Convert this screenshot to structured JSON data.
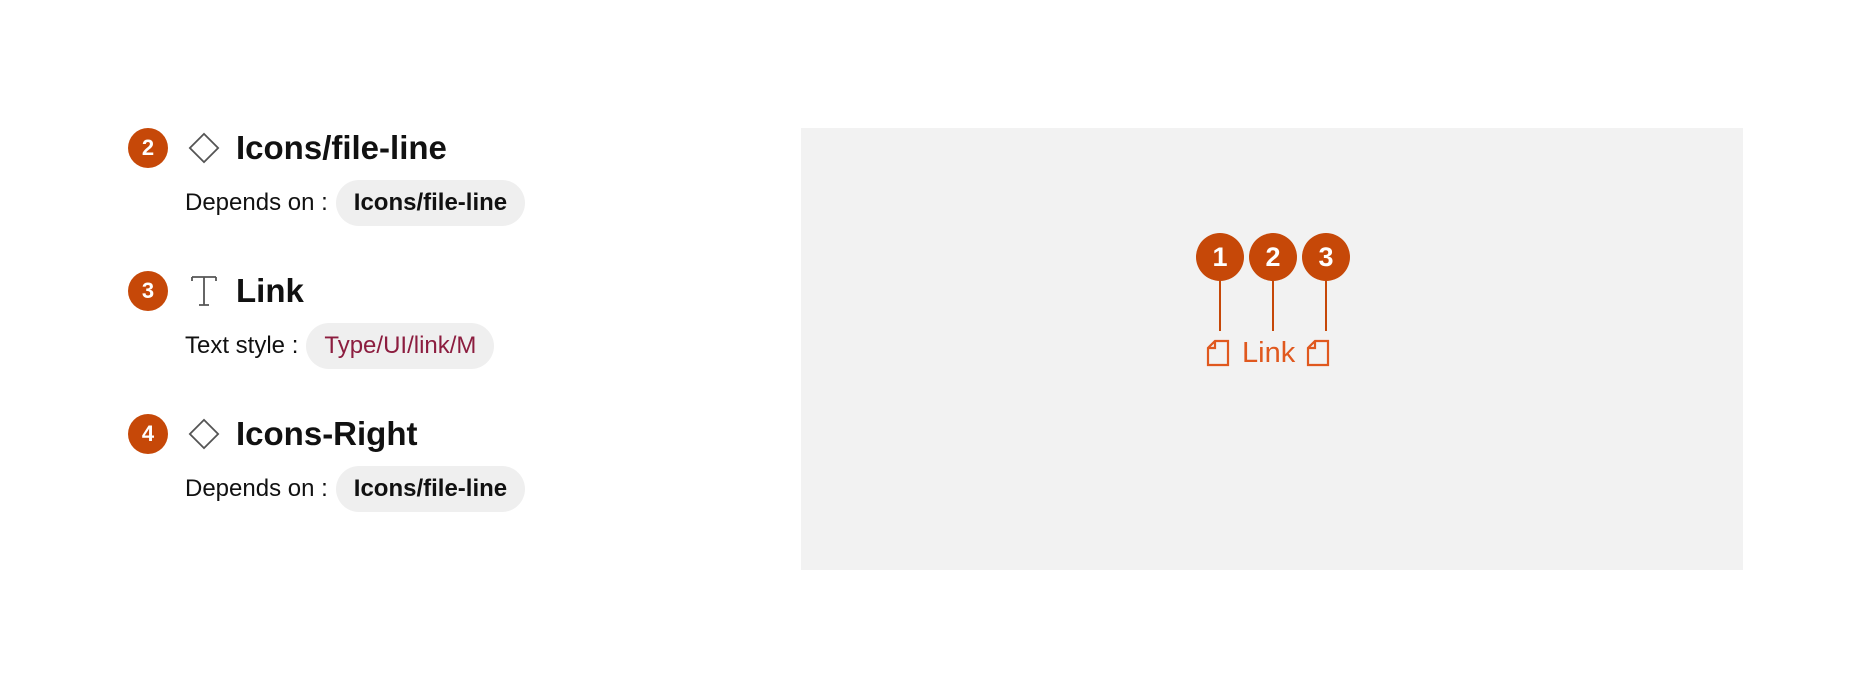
{
  "colors": {
    "badge": "#c64808",
    "link": "#e0581e",
    "text_style_chip": "#8c1d3f",
    "chip_background": "#efefef",
    "preview_background": "#f2f2f2"
  },
  "items": [
    {
      "number": "2",
      "type_icon": "component-diamond-icon",
      "title": "Icons/file-line",
      "sub_label": "Depends on :",
      "chip": "Icons/file-line"
    },
    {
      "number": "3",
      "type_icon": "text-type-icon",
      "title": "Link",
      "sub_label": "Text style :",
      "chip": "Type/UI/link/M"
    },
    {
      "number": "4",
      "type_icon": "component-diamond-icon",
      "title": "Icons-Right",
      "sub_label": "Depends on :",
      "chip": "Icons/file-line"
    }
  ],
  "preview": {
    "markers": [
      "1",
      "2",
      "3"
    ],
    "link_text": "Link",
    "left_icon": "file-line-icon",
    "right_icon": "file-line-icon"
  }
}
